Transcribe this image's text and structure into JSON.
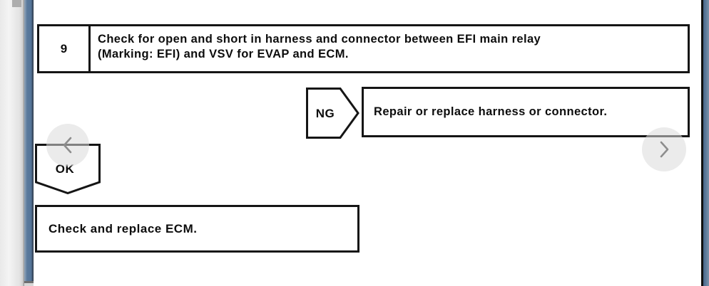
{
  "step": {
    "number": "9",
    "instruction_lines": [
      "Check for open and short in harness and connector between EFI main relay",
      "(Marking: EFI) and VSV for EVAP and ECM."
    ]
  },
  "ng_branch": {
    "label": "NG",
    "action": "Repair or replace harness or connector."
  },
  "ok_branch": {
    "label": "OK",
    "action": "Check and replace ECM."
  },
  "nav": {
    "prev_icon": "chevron-left",
    "next_icon": "chevron-right"
  },
  "colors": {
    "page_bg": "#ffffff",
    "line_black": "#151515",
    "side_bar_blue": "#5b7a9c",
    "gutter_gray": "#ededed",
    "scroll_thumb": "#adadad",
    "nav_circle": "#dbdbdb",
    "nav_chevron": "#8d8d8d"
  }
}
